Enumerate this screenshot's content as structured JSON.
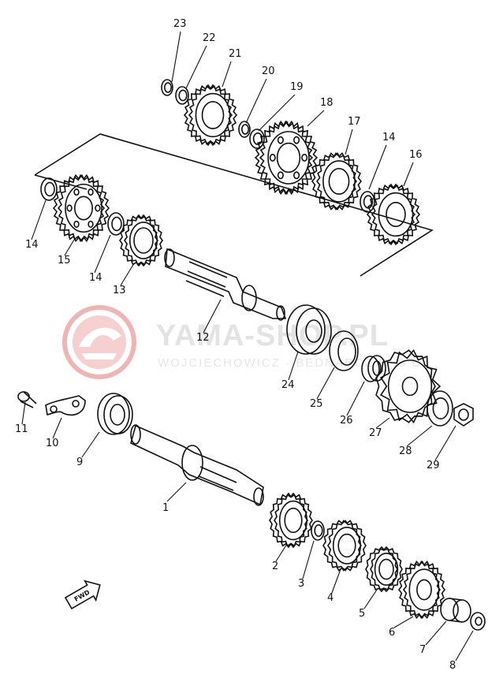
{
  "watermark": {
    "title": "YAMA-SHOP.PL",
    "subtitle": "WOJCIECHOWICZ · BEDNARCZYK S.C."
  },
  "fwd_label": "FWD",
  "colors": {
    "ink": "#111111",
    "logo": "#e9a3a3",
    "watermark_text": "#e3e3e3"
  },
  "parts": [
    {
      "id": "p1",
      "label": "1"
    },
    {
      "id": "p2",
      "label": "2"
    },
    {
      "id": "p3",
      "label": "3"
    },
    {
      "id": "p4",
      "label": "4"
    },
    {
      "id": "p5",
      "label": "5"
    },
    {
      "id": "p6",
      "label": "6"
    },
    {
      "id": "p7",
      "label": "7"
    },
    {
      "id": "p8",
      "label": "8"
    },
    {
      "id": "p9",
      "label": "9"
    },
    {
      "id": "p10",
      "label": "10"
    },
    {
      "id": "p11",
      "label": "11"
    },
    {
      "id": "p12",
      "label": "12"
    },
    {
      "id": "p13",
      "label": "13"
    },
    {
      "id": "p14a",
      "label": "14"
    },
    {
      "id": "p14b",
      "label": "14"
    },
    {
      "id": "p14c",
      "label": "14"
    },
    {
      "id": "p15",
      "label": "15"
    },
    {
      "id": "p16",
      "label": "16"
    },
    {
      "id": "p17",
      "label": "17"
    },
    {
      "id": "p18",
      "label": "18"
    },
    {
      "id": "p19",
      "label": "19"
    },
    {
      "id": "p20",
      "label": "20"
    },
    {
      "id": "p21",
      "label": "21"
    },
    {
      "id": "p22",
      "label": "22"
    },
    {
      "id": "p23",
      "label": "23"
    },
    {
      "id": "p24",
      "label": "24"
    },
    {
      "id": "p25",
      "label": "25"
    },
    {
      "id": "p26",
      "label": "26"
    },
    {
      "id": "p27",
      "label": "27"
    },
    {
      "id": "p28",
      "label": "28"
    },
    {
      "id": "p29",
      "label": "29"
    }
  ]
}
